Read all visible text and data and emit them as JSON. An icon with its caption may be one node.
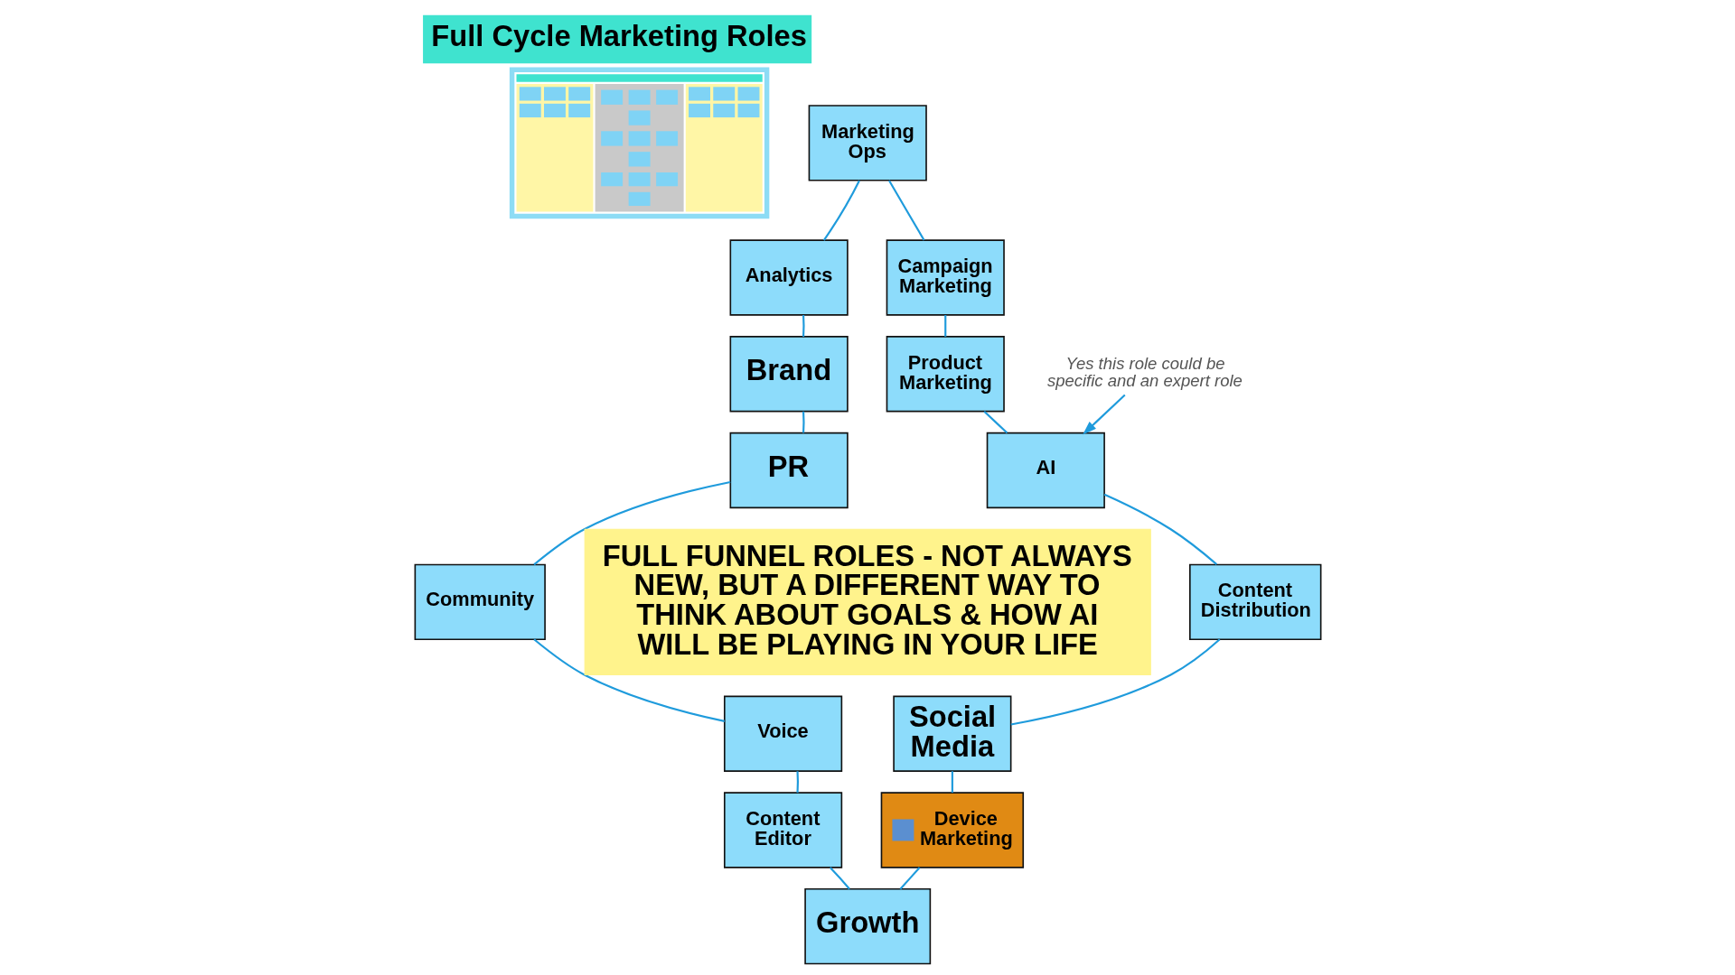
{
  "diagram": {
    "title": "Full Cycle Marketing Roles",
    "nodes": [
      {
        "text": [],
        "shape": "picture"
      },
      {
        "text": [
          "Marketing Ops"
        ]
      },
      {
        "text": [
          "Campaign Marketing"
        ]
      },
      {
        "text": [
          "Product Marketing"
        ]
      },
      {
        "text": [
          "AI"
        ]
      },
      {
        "text": [
          "Content Distribution"
        ]
      },
      {
        "text": [
          "Social Media"
        ]
      },
      {
        "text": [
          "Device Marketing"
        ]
      },
      {
        "text": [
          "Growth"
        ]
      },
      {
        "text": [
          "Content Editor"
        ]
      },
      {
        "text": [
          "Voice"
        ]
      },
      {
        "text": [
          "Community"
        ]
      },
      {
        "text": [
          "PR"
        ]
      },
      {
        "text": [
          "Brand"
        ]
      },
      {
        "text": [
          "Analytics"
        ]
      },
      {
        "text": [
          "FULL FUNNEL ROLES - NOT ALWAYS NEW, BUT A DIFFERENT WAY TO THINK ABOUT GOALS & HOW AI WILL BE PLAYING IN YOUR LIFE"
        ]
      },
      {
        "text": [
          "Yes this role could be specific and an expert role"
        ]
      }
    ],
    "edges": [
      {
        "from": 1,
        "to": 2,
        "arrow": "none"
      },
      {
        "from": 2,
        "to": 3,
        "arrow": "none"
      },
      {
        "from": 3,
        "to": 4,
        "arrow": "none"
      },
      {
        "from": 4,
        "to": 5,
        "arrow": "none"
      },
      {
        "from": 5,
        "to": 6,
        "arrow": "none"
      },
      {
        "from": 6,
        "to": 7,
        "arrow": "none"
      },
      {
        "from": 7,
        "to": 8,
        "arrow": "none"
      },
      {
        "from": 8,
        "to": 9,
        "arrow": "none"
      },
      {
        "from": 9,
        "to": 10,
        "arrow": "none"
      },
      {
        "from": 10,
        "to": 11,
        "arrow": "none"
      },
      {
        "from": 11,
        "to": 12,
        "arrow": "none"
      },
      {
        "from": 12,
        "to": 13,
        "arrow": "none"
      },
      {
        "from": 13,
        "to": 14,
        "arrow": "none"
      },
      {
        "from": 14,
        "to": 1,
        "arrow": "none"
      },
      {
        "from": 16,
        "to": 4,
        "arrow": "to"
      }
    ]
  }
}
